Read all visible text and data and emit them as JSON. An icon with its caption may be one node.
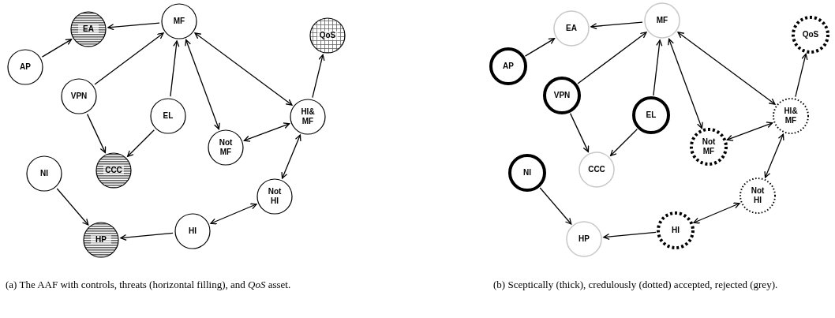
{
  "diagram": {
    "nodes": [
      {
        "text": [
          "MF"
        ]
      },
      {
        "text": [
          "EA"
        ]
      },
      {
        "text": [
          "AP"
        ]
      },
      {
        "text": [
          "VPN"
        ]
      },
      {
        "text": [
          "EL"
        ]
      },
      {
        "text": [
          "Not MF"
        ]
      },
      {
        "text": [
          "HI& MF"
        ]
      },
      {
        "text": [
          "QoS"
        ]
      },
      {
        "text": [
          "CCC"
        ]
      },
      {
        "text": [
          "NI"
        ]
      },
      {
        "text": [
          "Not HI"
        ]
      },
      {
        "text": [
          "HI"
        ]
      },
      {
        "text": [
          "HP"
        ]
      },
      {
        "text": [
          "MF"
        ]
      },
      {
        "text": [
          "EA"
        ]
      },
      {
        "text": [
          "AP"
        ]
      },
      {
        "text": [
          "VPN"
        ]
      },
      {
        "text": [
          "EL"
        ]
      },
      {
        "text": [
          "Not MF"
        ]
      },
      {
        "text": [
          "HI& MF"
        ]
      },
      {
        "text": [
          "QoS"
        ]
      },
      {
        "text": [
          "CCC"
        ]
      },
      {
        "text": [
          "NI"
        ]
      },
      {
        "text": [
          "Not HI"
        ]
      },
      {
        "text": [
          "HI"
        ]
      },
      {
        "text": [
          "HP"
        ]
      }
    ],
    "edges": [
      {
        "from": 0,
        "to": 1,
        "arrow": "to"
      },
      {
        "from": 2,
        "to": 1,
        "arrow": "to"
      },
      {
        "from": 3,
        "to": 0,
        "arrow": "to"
      },
      {
        "from": 4,
        "to": 0,
        "arrow": "to"
      },
      {
        "from": 0,
        "to": 5,
        "arrow": "both"
      },
      {
        "from": 0,
        "to": 6,
        "arrow": "both"
      },
      {
        "from": 3,
        "to": 8,
        "arrow": "to"
      },
      {
        "from": 4,
        "to": 8,
        "arrow": "to"
      },
      {
        "from": 5,
        "to": 6,
        "arrow": "both"
      },
      {
        "from": 6,
        "to": 7,
        "arrow": "to"
      },
      {
        "from": 6,
        "to": 10,
        "arrow": "both"
      },
      {
        "from": 10,
        "to": 11,
        "arrow": "both"
      },
      {
        "from": 11,
        "to": 12,
        "arrow": "to"
      },
      {
        "from": 9,
        "to": 12,
        "arrow": "to"
      },
      {
        "from": 13,
        "to": 14,
        "arrow": "to"
      },
      {
        "from": 15,
        "to": 14,
        "arrow": "to"
      },
      {
        "from": 16,
        "to": 13,
        "arrow": "to"
      },
      {
        "from": 17,
        "to": 13,
        "arrow": "to"
      },
      {
        "from": 13,
        "to": 18,
        "arrow": "both"
      },
      {
        "from": 13,
        "to": 19,
        "arrow": "both"
      },
      {
        "from": 16,
        "to": 21,
        "arrow": "to"
      },
      {
        "from": 17,
        "to": 21,
        "arrow": "to"
      },
      {
        "from": 18,
        "to": 19,
        "arrow": "both"
      },
      {
        "from": 19,
        "to": 20,
        "arrow": "to"
      },
      {
        "from": 19,
        "to": 23,
        "arrow": "both"
      },
      {
        "from": 23,
        "to": 24,
        "arrow": "both"
      },
      {
        "from": 24,
        "to": 25,
        "arrow": "to"
      },
      {
        "from": 22,
        "to": 25,
        "arrow": "to"
      }
    ],
    "labels": [
      "(a) The AAF with controls, threats (horizontal filling), and *QoS* asset.",
      "(b) Sceptically (thick), credulously (dotted) accepted, rejected (grey)."
    ]
  }
}
